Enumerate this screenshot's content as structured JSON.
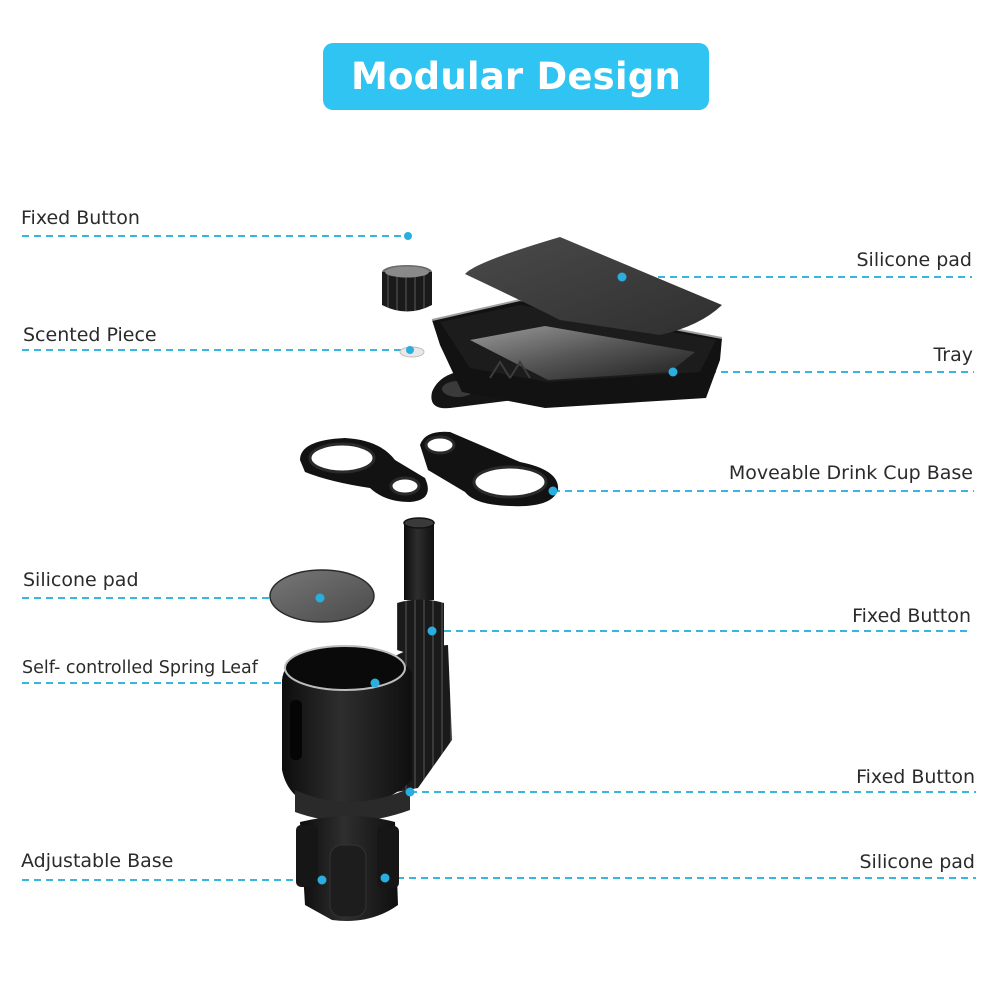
{
  "title": "Modular Design",
  "colors": {
    "banner": "#2fc4f2",
    "banner_text": "#ffffff",
    "callout_line": "#39b6e0",
    "callout_dot": "#2aaee0",
    "label_text": "#2b2b2b",
    "product": "#1c1c1c"
  },
  "callouts": {
    "left": [
      {
        "label": "Fixed Button",
        "part": "top-knob"
      },
      {
        "label": "Scented Piece",
        "part": "scent-disc"
      },
      {
        "label": "Silicone pad",
        "part": "round-pad"
      },
      {
        "label": "Self- controlled Spring Leaf",
        "part": "cup-inner-leaf"
      },
      {
        "label": "Adjustable Base",
        "part": "base-left-pad"
      }
    ],
    "right": [
      {
        "label": "Silicone pad",
        "part": "tray-pad"
      },
      {
        "label": "Tray",
        "part": "tray"
      },
      {
        "label": "Moveable Drink Cup Base",
        "part": "cup-ring"
      },
      {
        "label": "Fixed Button",
        "part": "stem-knob"
      },
      {
        "label": "Fixed Button",
        "part": "cup-collar"
      },
      {
        "label": "Silicone pad",
        "part": "base-right-pad"
      }
    ]
  }
}
